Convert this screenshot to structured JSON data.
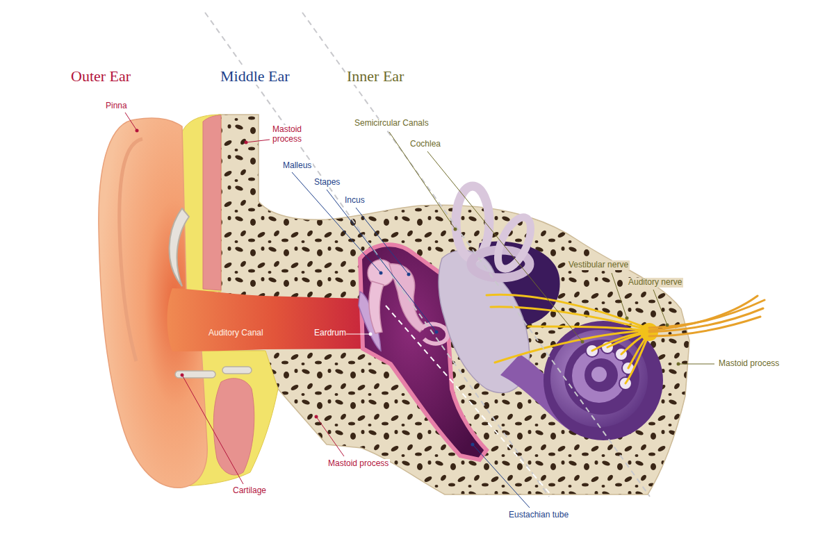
{
  "diagram": {
    "labels": [
      "Outer Ear",
      "Middle Ear",
      "Inner Ear",
      "Pinna",
      "Mastoid process",
      "Semicircular Canals",
      "Cochlea",
      "Malleus",
      "Stapes",
      "Incus",
      "Vestibular nerve",
      "Auditory nerve",
      "Auditory Canal",
      "Eardrum",
      "Mastoid process",
      "Mastoid process",
      "Cartilage",
      "Eustachian tube"
    ]
  }
}
